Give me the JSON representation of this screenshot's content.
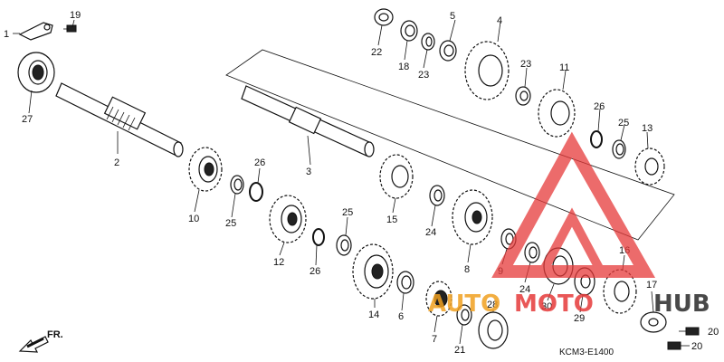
{
  "parts": [
    {
      "id": "1",
      "label": "1"
    },
    {
      "id": "19",
      "label": "19"
    },
    {
      "id": "27",
      "label": "27"
    },
    {
      "id": "2",
      "label": "2"
    },
    {
      "id": "10",
      "label": "10"
    },
    {
      "id": "25a",
      "label": "25"
    },
    {
      "id": "26a",
      "label": "26"
    },
    {
      "id": "12",
      "label": "12"
    },
    {
      "id": "26b",
      "label": "26"
    },
    {
      "id": "25b",
      "label": "25"
    },
    {
      "id": "14",
      "label": "14"
    },
    {
      "id": "6",
      "label": "6"
    },
    {
      "id": "7",
      "label": "7"
    },
    {
      "id": "21",
      "label": "21"
    },
    {
      "id": "28",
      "label": "28"
    },
    {
      "id": "3",
      "label": "3"
    },
    {
      "id": "15",
      "label": "15"
    },
    {
      "id": "24a",
      "label": "24"
    },
    {
      "id": "8",
      "label": "8"
    },
    {
      "id": "9",
      "label": "9"
    },
    {
      "id": "24b",
      "label": "24"
    },
    {
      "id": "30",
      "label": "30"
    },
    {
      "id": "29",
      "label": "29"
    },
    {
      "id": "16",
      "label": "16"
    },
    {
      "id": "17",
      "label": "17"
    },
    {
      "id": "20a",
      "label": "20"
    },
    {
      "id": "20b",
      "label": "20"
    },
    {
      "id": "22",
      "label": "22"
    },
    {
      "id": "18",
      "label": "18"
    },
    {
      "id": "23a",
      "label": "23"
    },
    {
      "id": "5",
      "label": "5"
    },
    {
      "id": "4",
      "label": "4"
    },
    {
      "id": "23b",
      "label": "23"
    },
    {
      "id": "11",
      "label": "11"
    },
    {
      "id": "26c",
      "label": "26"
    },
    {
      "id": "25c",
      "label": "25"
    },
    {
      "id": "13",
      "label": "13"
    }
  ],
  "diagram_code": "KCM3-E1400",
  "front_label": "FR.",
  "watermark": {
    "part1": "AUTO",
    "part2": "MOTO",
    "part3": "HUB",
    "color_red": "#e63a3a",
    "color_orange": "#f0a020",
    "color_dark": "#2a2a2a"
  }
}
